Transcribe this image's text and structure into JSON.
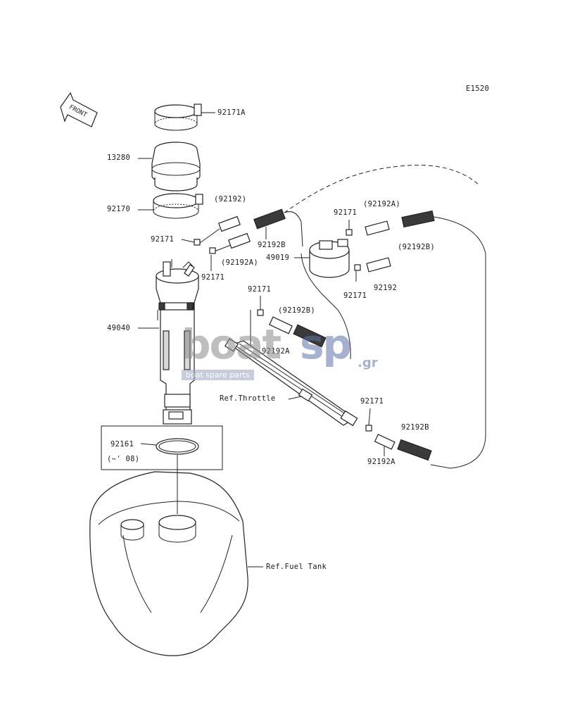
{
  "diagram_code": "E1520",
  "front_label": "FRONT",
  "labels": {
    "p92171A": "92171A",
    "p13280": "13280",
    "p92170": "92170",
    "p92192_paren": "(92192)",
    "p92171_a": "92171",
    "p92192B_a": "92192B",
    "p92192A_paren_a": "(92192A)",
    "p92171_b": "92171",
    "p49040": "49040",
    "p92171_c": "92171",
    "p92192A_paren_b": "(92192A)",
    "p49019": "49019",
    "p92192B_paren_a": "(92192B)",
    "p92192": "92192",
    "p92171_d": "92171",
    "p92171_e": "92171",
    "p92192B_paren_b": "(92192B)",
    "p92192A_a": "92192A",
    "ref_throttle": "Ref.Throttle",
    "p92171_f": "92171",
    "p92192B_b": "92192B",
    "p92192A_b": "92192A",
    "p92161": "92161",
    "p92161_note": "(~' 08)",
    "ref_fuel_tank": "Ref.Fuel Tank"
  },
  "watermark": {
    "brand_left": "boat",
    "brand_right": "sp",
    "brand_suffix": ".gr",
    "tagline": "boat spare parts"
  },
  "colors": {
    "watermark_left": "#8a8a8a",
    "watermark_right": "#5f73a8",
    "line": "#222222"
  }
}
